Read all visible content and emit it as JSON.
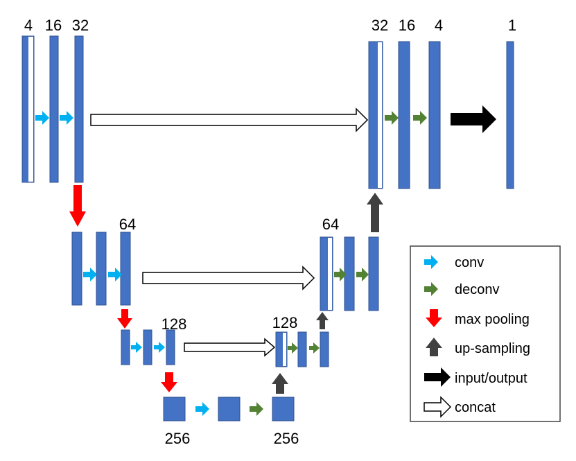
{
  "colors": {
    "block": "#4472C4",
    "block_stroke": "#2F528F",
    "conv": "#00B0F0",
    "deconv": "#548235",
    "max_pooling": "#FF0000",
    "up_sampling": "#404040",
    "input_output": "#000000",
    "concat_fill": "#FFFFFF",
    "concat_stroke": "#000000"
  },
  "encoder": {
    "level1": {
      "channels": [
        "4",
        "16",
        "32"
      ]
    },
    "level2": {
      "channels": "64"
    },
    "level3": {
      "channels": "128"
    },
    "bottleneck": {
      "channels": "256"
    }
  },
  "decoder": {
    "level1": {
      "channels": [
        "32",
        "16",
        "4"
      ]
    },
    "level2": {
      "channels": "64"
    },
    "level3": {
      "channels": "128"
    },
    "bottleneck": {
      "channels": "256"
    }
  },
  "output": {
    "channels": "1"
  },
  "legend": {
    "items": [
      {
        "label": "conv",
        "icon": "conv-arrow-icon"
      },
      {
        "label": "deconv",
        "icon": "deconv-arrow-icon"
      },
      {
        "label": "max pooling",
        "icon": "max-pooling-arrow-icon"
      },
      {
        "label": "up-sampling",
        "icon": "up-sampling-arrow-icon"
      },
      {
        "label": "input/output",
        "icon": "input-output-arrow-icon"
      },
      {
        "label": "concat",
        "icon": "concat-arrow-icon"
      }
    ]
  }
}
